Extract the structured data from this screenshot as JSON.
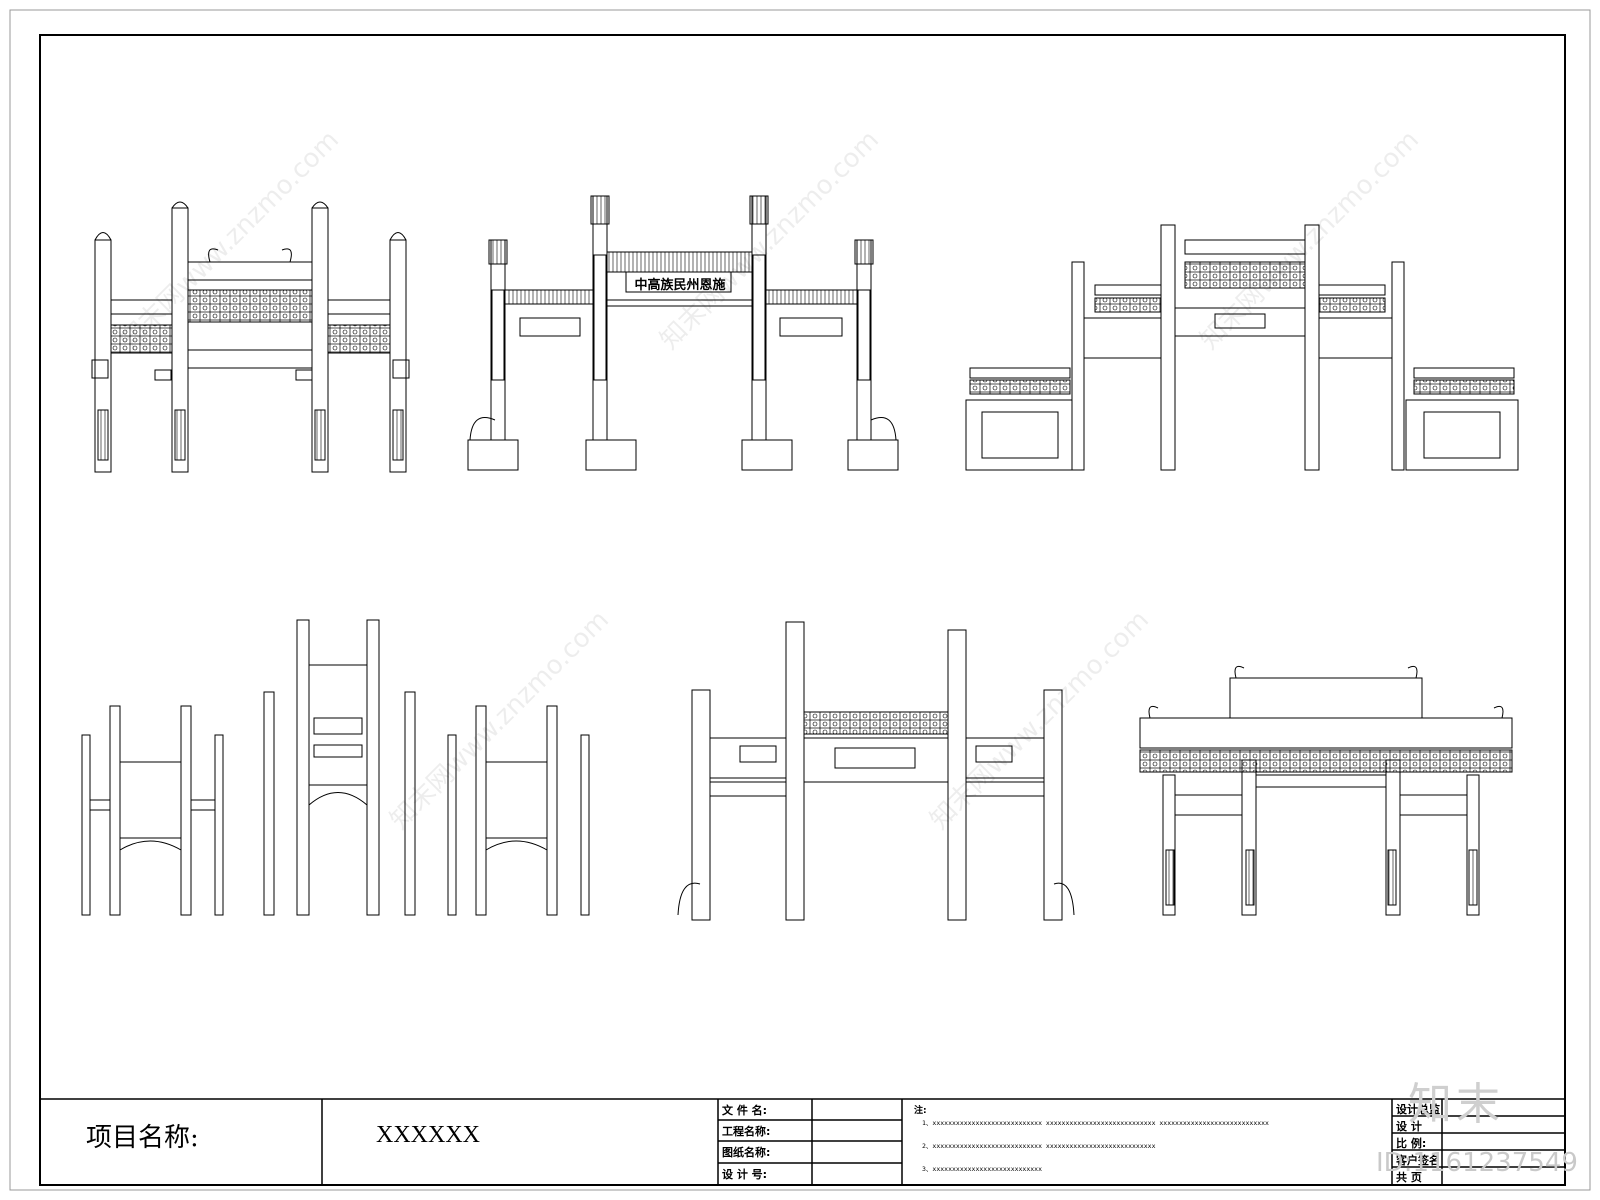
{
  "title_block": {
    "project_label": "项目名称:",
    "project_value": "XXXXXX",
    "fields": [
      {
        "label": "文 件 名:"
      },
      {
        "label": "工程名称:"
      },
      {
        "label": "图纸名称:"
      },
      {
        "label": "设 计 号:"
      }
    ],
    "notes_label": "注:",
    "notes": [
      {
        "prefix": "1、",
        "text": "xxxxxxxxxxxxxxxxxxxxxxxxxxxx   xxxxxxxxxxxxxxxxxxxxxxxxxxxx   xxxxxxxxxxxxxxxxxxxxxxxxxxxx"
      },
      {
        "prefix": "2、",
        "text": "xxxxxxxxxxxxxxxxxxxxxxxxxxxx   xxxxxxxxxxxxxxxxxxxxxxxxxxxx"
      },
      {
        "prefix": "3、",
        "text": "xxxxxxxxxxxxxxxxxxxxxxxxxxxx"
      }
    ],
    "right_fields": [
      "设计总监",
      "设  计",
      "比  例:",
      "客户签名",
      "共    页"
    ]
  },
  "signboard_text": "中高族民州恩施",
  "watermark": {
    "logo": "知末",
    "id": "ID:1161237549",
    "diag": "知末网www.znzmo.com"
  }
}
